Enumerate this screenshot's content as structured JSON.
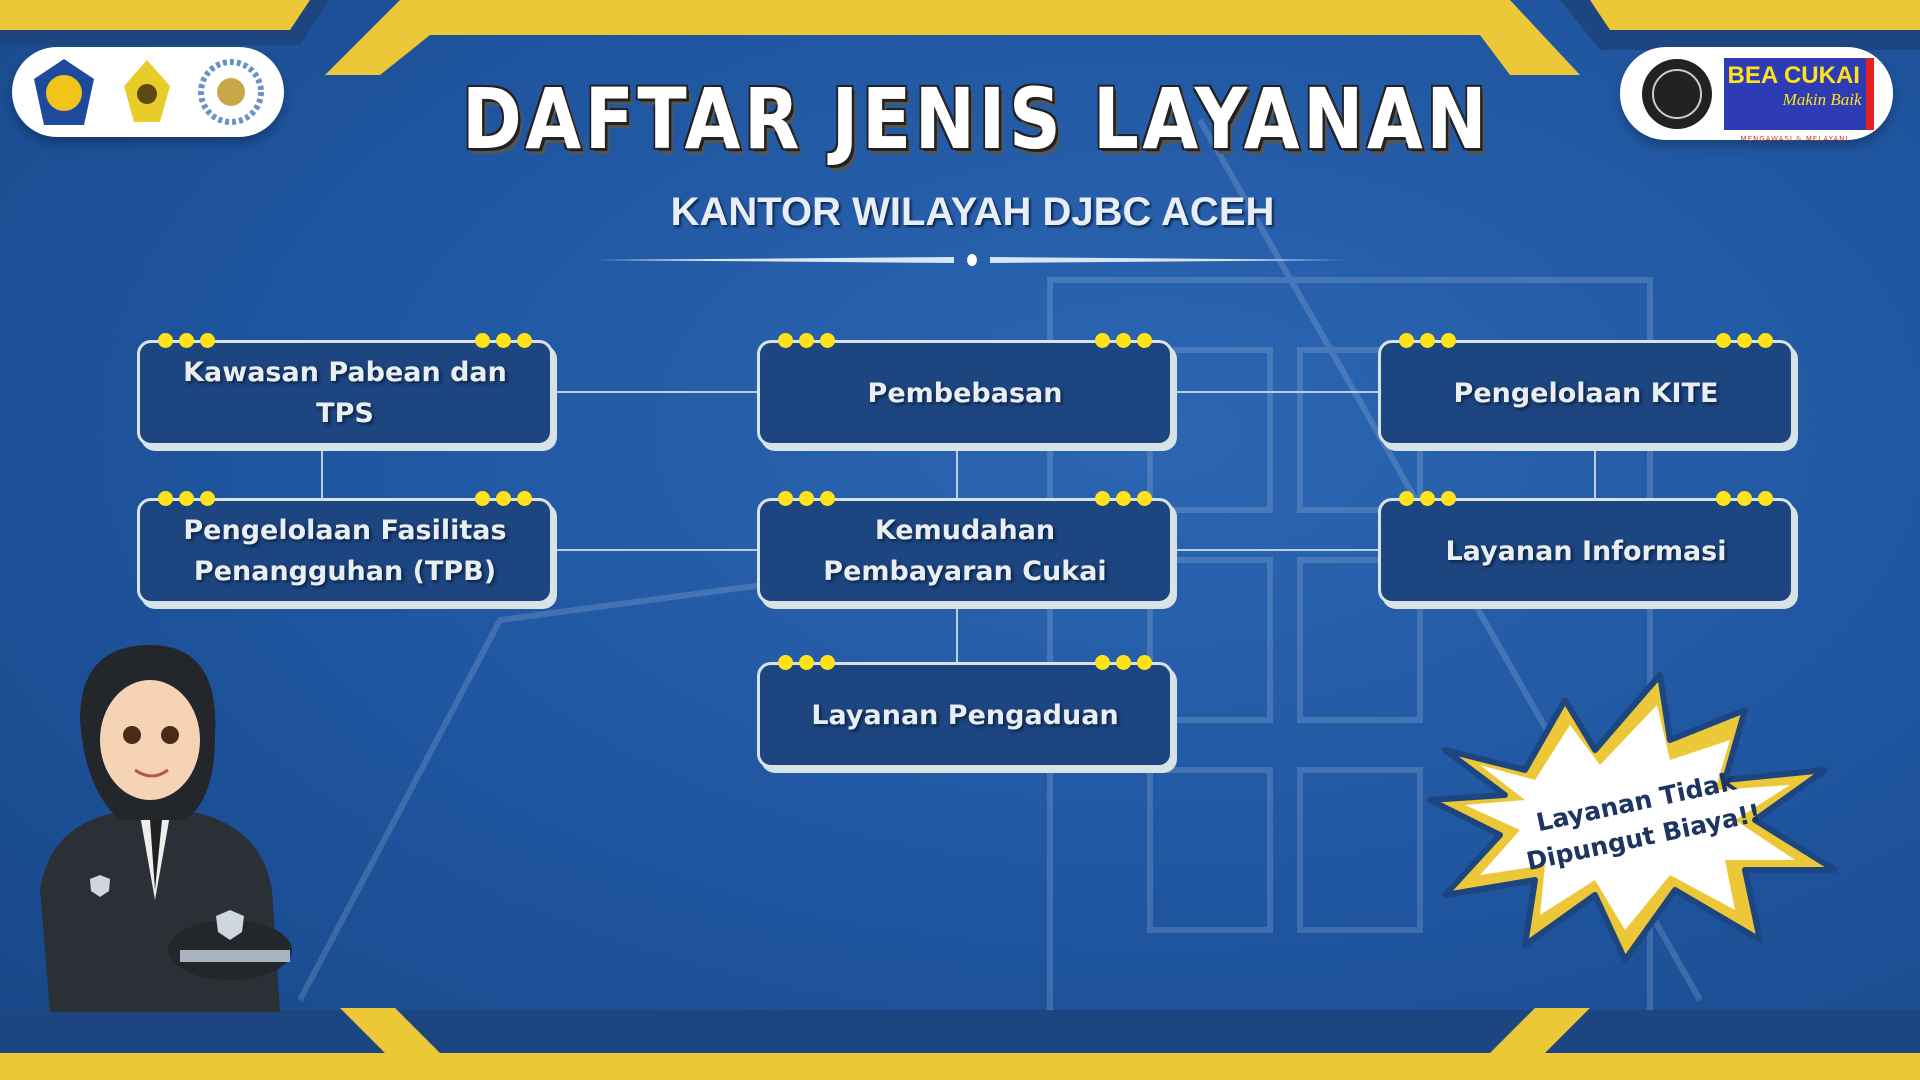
{
  "header": {
    "title": "DAFTAR JENIS LAYANAN",
    "subtitle": "KANTOR WILAYAH DJBC ACEH",
    "left_logos": [
      "kemenkeu-logo",
      "bea-cukai-emblem",
      "wbk-logo"
    ],
    "right_logos": {
      "seal": "zona-integritas-seal",
      "brand_text": "BEA CUKAI",
      "brand_tagline": "Makin Baik",
      "brand_motto": "MENGAWASI & MELAYANI"
    }
  },
  "services": [
    {
      "label": "Kawasan Pabean dan TPS"
    },
    {
      "label": "Pembebasan"
    },
    {
      "label": "Pengelolaan KITE"
    },
    {
      "label": "Pengelolaan Fasilitas Penangguhan (TPB)"
    },
    {
      "label": "Kemudahan Pembayaran Cukai"
    },
    {
      "label": "Layanan Informasi"
    },
    {
      "label": "Layanan Pengaduan"
    }
  ],
  "burst": {
    "line1": "Layanan Tidak",
    "line2": "Dipungut Biaya!!"
  },
  "colors": {
    "yellow": "#ecc838",
    "navy": "#1d4580",
    "blue": "#2160aa",
    "dot": "#ffe21a"
  }
}
